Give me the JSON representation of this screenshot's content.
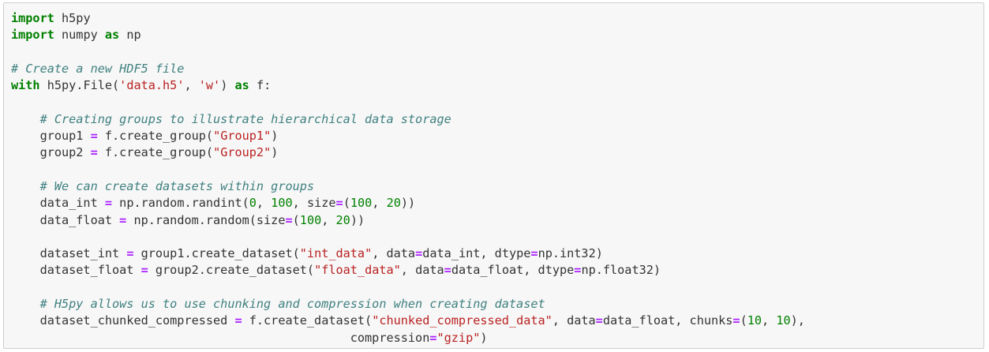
{
  "code_cell": {
    "lines": [
      [
        [
          "kw",
          "import"
        ],
        [
          "nm",
          " h5py"
        ]
      ],
      [
        [
          "kw",
          "import"
        ],
        [
          "nm",
          " numpy "
        ],
        [
          "kw",
          "as"
        ],
        [
          "nm",
          " np"
        ]
      ],
      [],
      [
        [
          "cmt",
          "# Create a new HDF5 file"
        ]
      ],
      [
        [
          "kw",
          "with"
        ],
        [
          "nm",
          " h5py.File("
        ],
        [
          "str",
          "'data.h5'"
        ],
        [
          "nm",
          ", "
        ],
        [
          "str",
          "'w'"
        ],
        [
          "nm",
          ") "
        ],
        [
          "kw",
          "as"
        ],
        [
          "nm",
          " f:"
        ]
      ],
      [],
      [
        [
          "nm",
          "    "
        ],
        [
          "cmt",
          "# Creating groups to illustrate hierarchical data storage"
        ]
      ],
      [
        [
          "nm",
          "    group1 "
        ],
        [
          "op",
          "="
        ],
        [
          "nm",
          " f.create_group("
        ],
        [
          "str",
          "\"Group1\""
        ],
        [
          "nm",
          ")"
        ]
      ],
      [
        [
          "nm",
          "    group2 "
        ],
        [
          "op",
          "="
        ],
        [
          "nm",
          " f.create_group("
        ],
        [
          "str",
          "\"Group2\""
        ],
        [
          "nm",
          ")"
        ]
      ],
      [],
      [
        [
          "nm",
          "    "
        ],
        [
          "cmt",
          "# We can create datasets within groups"
        ]
      ],
      [
        [
          "nm",
          "    data_int "
        ],
        [
          "op",
          "="
        ],
        [
          "nm",
          " np.random.randint("
        ],
        [
          "num",
          "0"
        ],
        [
          "nm",
          ", "
        ],
        [
          "num",
          "100"
        ],
        [
          "nm",
          ", size"
        ],
        [
          "op",
          "="
        ],
        [
          "nm",
          "("
        ],
        [
          "num",
          "100"
        ],
        [
          "nm",
          ", "
        ],
        [
          "num",
          "20"
        ],
        [
          "nm",
          "))"
        ]
      ],
      [
        [
          "nm",
          "    data_float "
        ],
        [
          "op",
          "="
        ],
        [
          "nm",
          " np.random.random(size"
        ],
        [
          "op",
          "="
        ],
        [
          "nm",
          "("
        ],
        [
          "num",
          "100"
        ],
        [
          "nm",
          ", "
        ],
        [
          "num",
          "20"
        ],
        [
          "nm",
          "))"
        ]
      ],
      [],
      [
        [
          "nm",
          "    dataset_int "
        ],
        [
          "op",
          "="
        ],
        [
          "nm",
          " group1.create_dataset("
        ],
        [
          "str",
          "\"int_data\""
        ],
        [
          "nm",
          ", data"
        ],
        [
          "op",
          "="
        ],
        [
          "nm",
          "data_int, dtype"
        ],
        [
          "op",
          "="
        ],
        [
          "nm",
          "np.int32)"
        ]
      ],
      [
        [
          "nm",
          "    dataset_float "
        ],
        [
          "op",
          "="
        ],
        [
          "nm",
          " group2.create_dataset("
        ],
        [
          "str",
          "\"float_data\""
        ],
        [
          "nm",
          ", data"
        ],
        [
          "op",
          "="
        ],
        [
          "nm",
          "data_float, dtype"
        ],
        [
          "op",
          "="
        ],
        [
          "nm",
          "np.float32)"
        ]
      ],
      [],
      [
        [
          "nm",
          "    "
        ],
        [
          "cmt",
          "# H5py allows us to use chunking and compression when creating dataset"
        ]
      ],
      [
        [
          "nm",
          "    dataset_chunked_compressed "
        ],
        [
          "op",
          "="
        ],
        [
          "nm",
          " f.create_dataset("
        ],
        [
          "str",
          "\"chunked_compressed_data\""
        ],
        [
          "nm",
          ", data"
        ],
        [
          "op",
          "="
        ],
        [
          "nm",
          "data_float, chunks"
        ],
        [
          "op",
          "="
        ],
        [
          "nm",
          "("
        ],
        [
          "num",
          "10"
        ],
        [
          "nm",
          ", "
        ],
        [
          "num",
          "10"
        ],
        [
          "nm",
          "),"
        ]
      ],
      [
        [
          "nm",
          "                                               compression"
        ],
        [
          "op",
          "="
        ],
        [
          "str",
          "\"gzip\""
        ],
        [
          "nm",
          ")"
        ]
      ]
    ]
  }
}
